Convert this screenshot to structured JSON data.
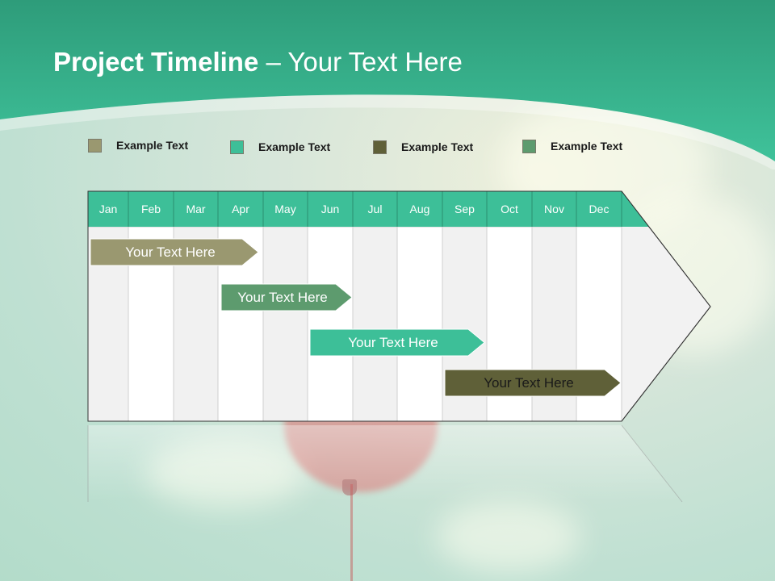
{
  "title": {
    "bold": "Project Timeline",
    "rest": " – Your Text Here"
  },
  "legend": [
    {
      "label": "Example Text",
      "color": "#9a9870"
    },
    {
      "label": "Example Text",
      "color": "#3dbf98"
    },
    {
      "label": "Example Text",
      "color": "#5f6038"
    },
    {
      "label": "Example Text",
      "color": "#5d9b6e"
    }
  ],
  "months": [
    "Jan",
    "Feb",
    "Mar",
    "Apr",
    "May",
    "Jun",
    "Jul",
    "Aug",
    "Sep",
    "Oct",
    "Nov",
    "Dec"
  ],
  "bars": [
    {
      "label": "Your  Text Here",
      "start": "Jan",
      "end": "Apr",
      "color": "#9a9870",
      "text_color": "#ffffff"
    },
    {
      "label": "Your  Text Here",
      "start": "Apr",
      "end": "Jun",
      "color": "#5d9b6e",
      "text_color": "#ffffff"
    },
    {
      "label": "Your  Text Here",
      "start": "Jun",
      "end": "Sep",
      "color": "#3dbf98",
      "text_color": "#ffffff"
    },
    {
      "label": "Your  Text Here",
      "start": "Sep",
      "end": "Dec",
      "color": "#5f6038",
      "text_color": "#1a1a1a"
    }
  ],
  "colors": {
    "header_teal": "#3bbd94",
    "header_teal_dark": "#2a9a78",
    "grid_line": "#cfcfcf"
  }
}
